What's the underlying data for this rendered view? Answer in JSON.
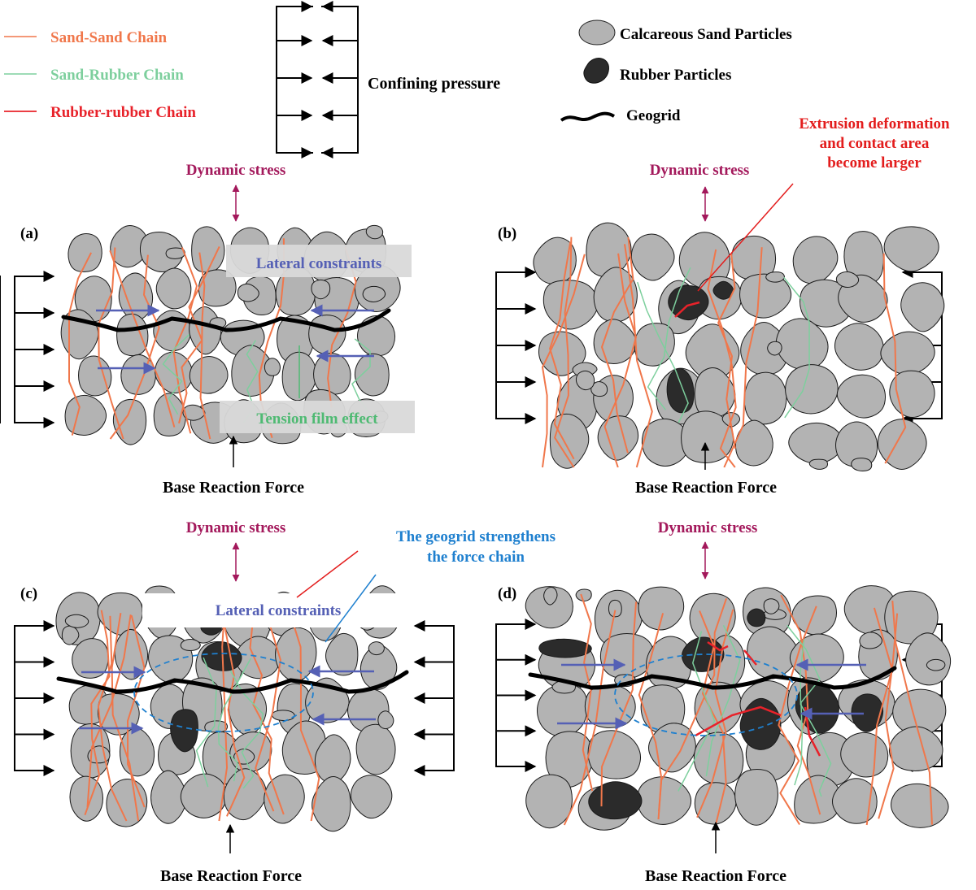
{
  "legend": {
    "sand_sand": {
      "label": "Sand-Sand Chain",
      "color": "#f0774b"
    },
    "sand_rubber": {
      "label": "Sand-Rubber Chain",
      "color": "#7dcf9d"
    },
    "rubber_rubber": {
      "label": "Rubber-rubber Chain",
      "color": "#e8222a"
    },
    "confining": "Confining pressure",
    "calc_sand": "Calcareous Sand Particles",
    "rubber": "Rubber Particles",
    "geogrid": "Geogrid"
  },
  "colors": {
    "sand_fill": "#b3b3b3",
    "rubber_fill": "#2b2b2b",
    "stress": "#a3185b",
    "constraint": "#5560b5",
    "tension": "#4fba73",
    "geogrid_note": "#1f80cf",
    "extrusion": "#e31d1d"
  },
  "panels": {
    "a": {
      "label": "(a)",
      "dynamic_stress": "Dynamic stress",
      "base": "Base Reaction Force",
      "lateral": "Lateral constraints",
      "tension": "Tension film effect"
    },
    "b": {
      "label": "(b)",
      "dynamic_stress": "Dynamic stress",
      "base": "Base Reaction Force",
      "extrusion": [
        "Extrusion deformation",
        "and contact area",
        "become larger"
      ]
    },
    "c": {
      "label": "(c)",
      "dynamic_stress": "Dynamic stress",
      "base": "Base Reaction Force",
      "lateral": "Lateral constraints",
      "geogrid_note": [
        "The geogrid strengthens",
        "the force chain"
      ]
    },
    "d": {
      "label": "(d)",
      "dynamic_stress": "Dynamic stress",
      "base": "Base Reaction Force"
    }
  }
}
